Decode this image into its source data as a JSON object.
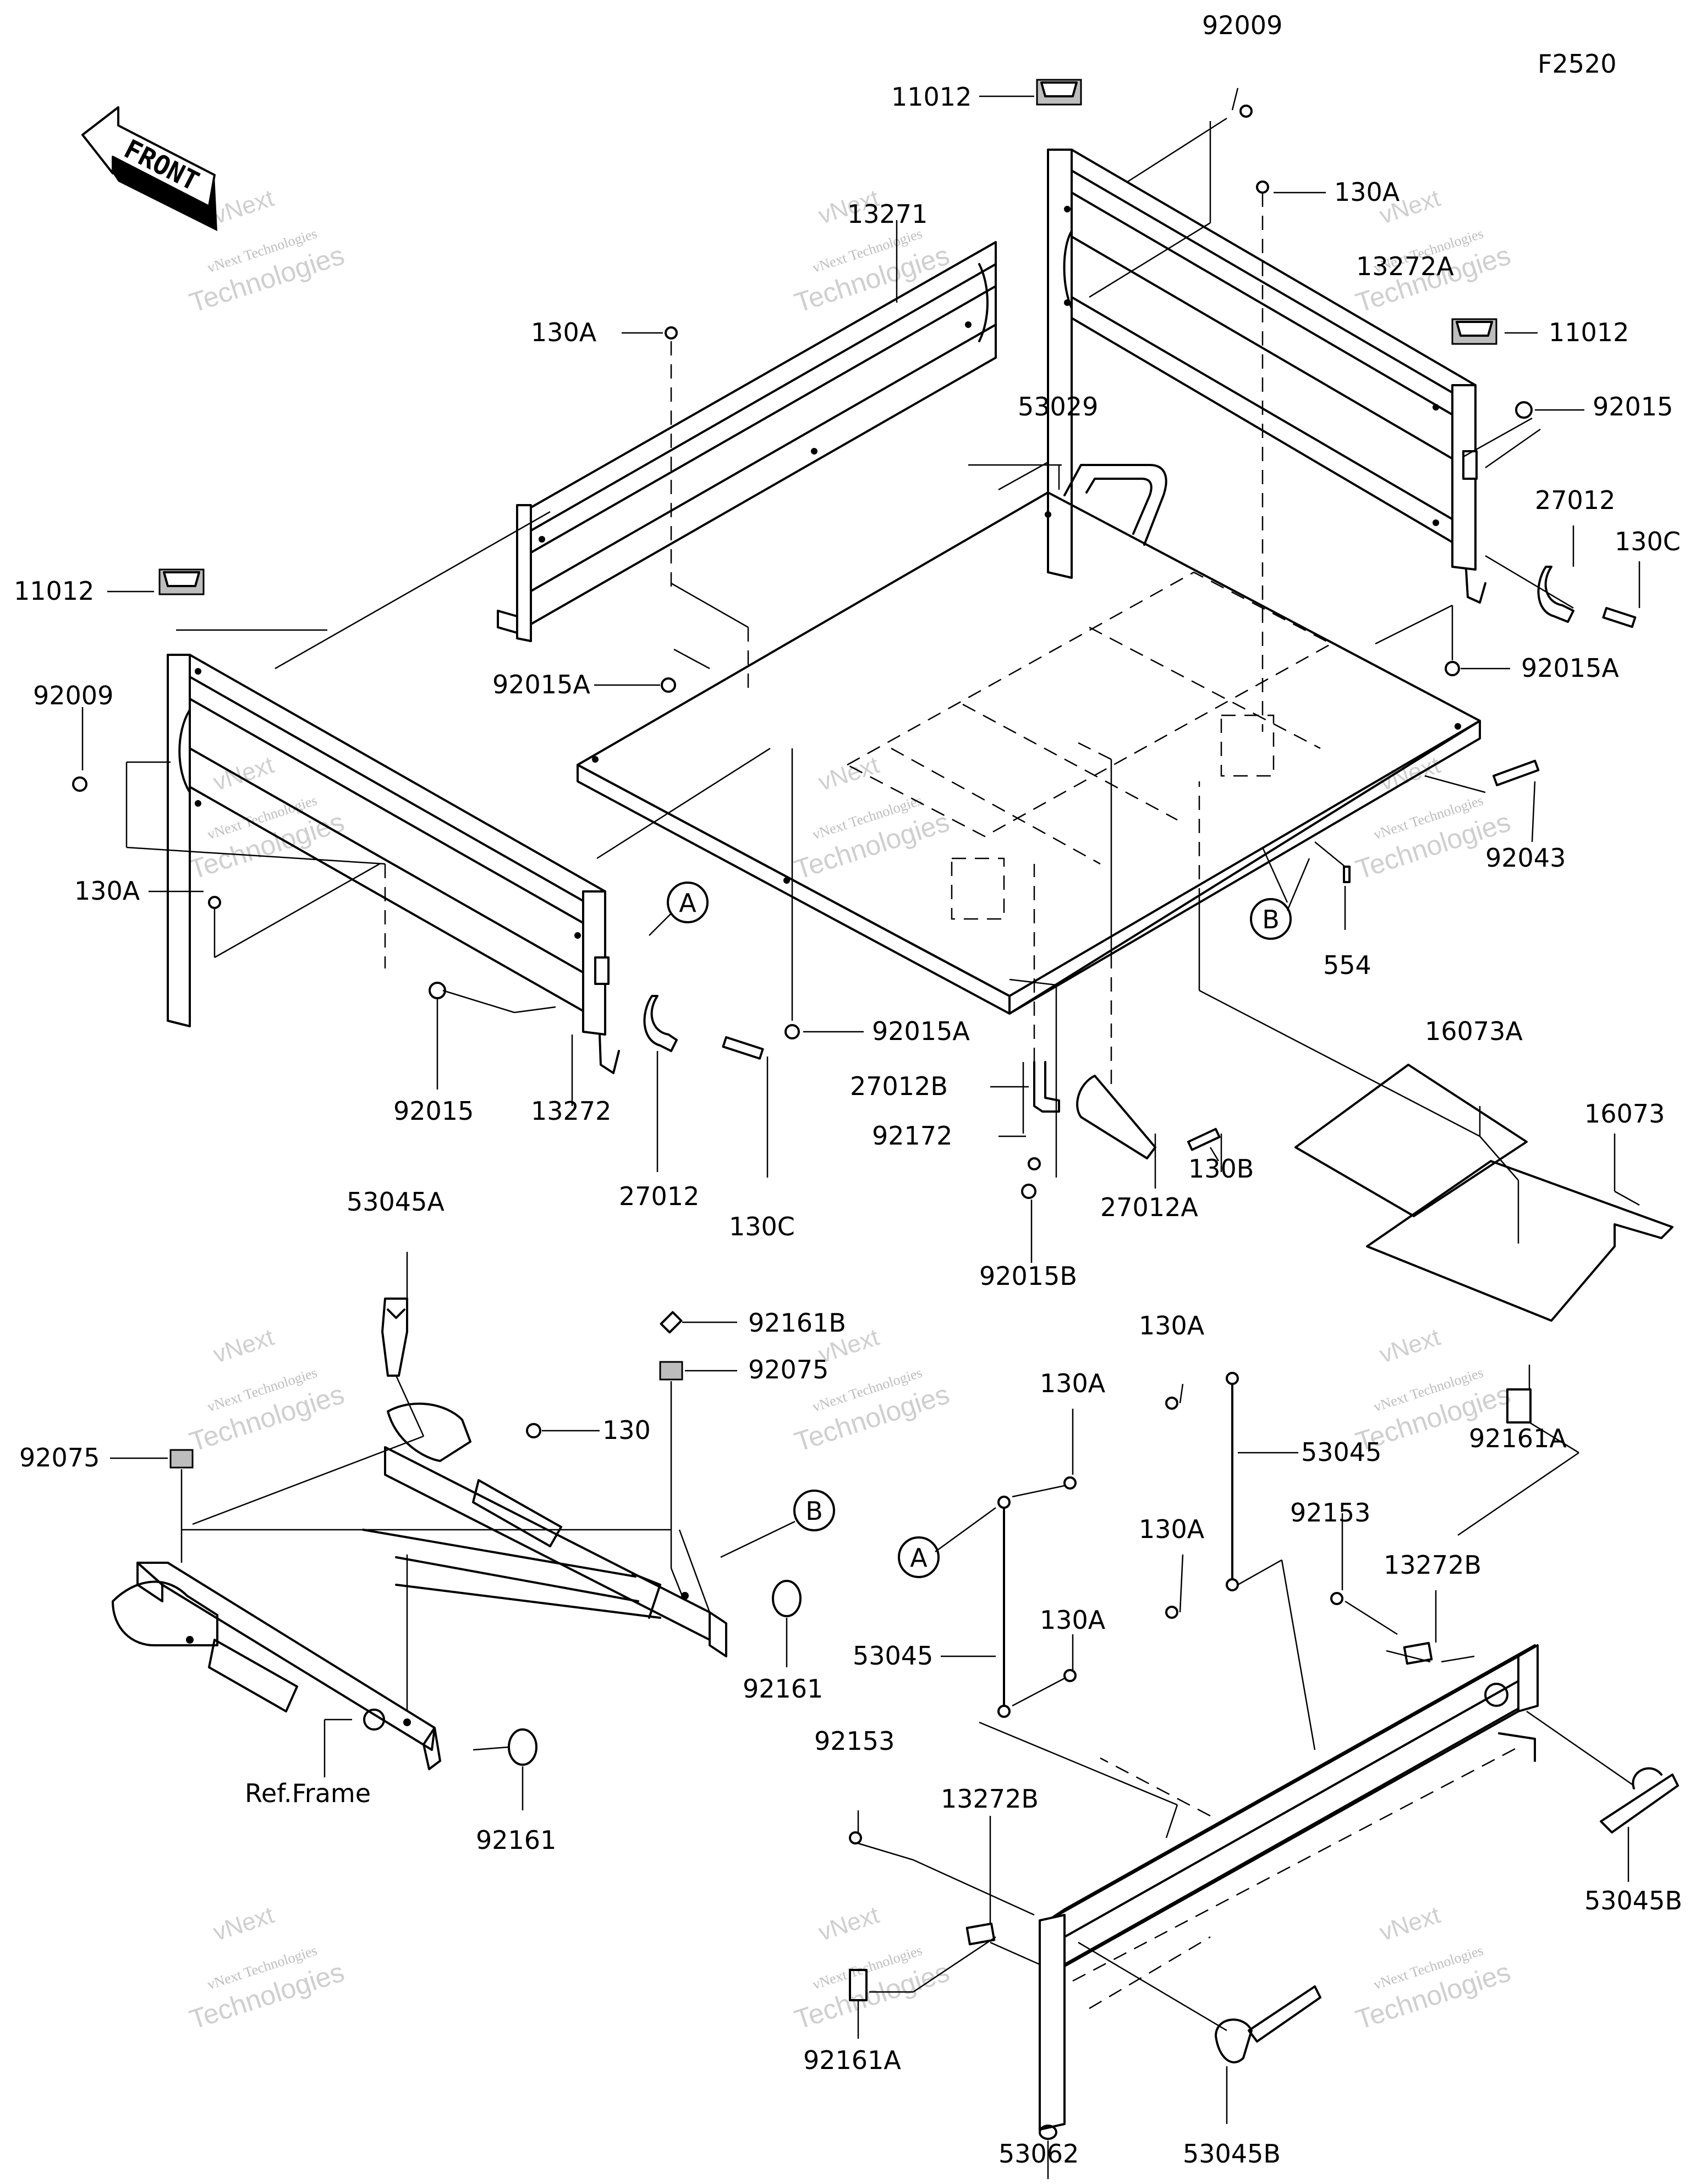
{
  "figure_code": "F2520",
  "front_arrow_text": "FRONT",
  "watermark": {
    "brand": "vNext",
    "line1": "vNext Technologies",
    "line2": "Technologies"
  },
  "callouts": {
    "a": "A",
    "b": "B"
  },
  "labels": {
    "p92009_top": "92009",
    "p11012_top": "11012",
    "p130a_top": "130A",
    "p13271": "13271",
    "p13272a": "13272A",
    "p11012_right": "11012",
    "p92015_right": "92015",
    "p130a_upper_left": "130A",
    "p53029": "53029",
    "p27012_right": "27012",
    "p130c_right": "130C",
    "p11012_left": "11012",
    "p92015a_center": "92015A",
    "p92015a_right": "92015A",
    "p92009_left": "92009",
    "p92043": "92043",
    "p130a_left": "130A",
    "p554": "554",
    "p92015a_lower": "92015A",
    "p16073a": "16073A",
    "p16073": "16073",
    "p27012b": "27012B",
    "p92015_left": "92015",
    "p13272": "13272",
    "p92172": "92172",
    "p130b": "130B",
    "p27012_left": "27012",
    "p130c_left": "130C",
    "p27012a": "27012A",
    "p92015b": "92015B",
    "p53045a": "53045A",
    "p92161b": "92161B",
    "p130a_mid": "130A",
    "p92075_center": "92075",
    "p130a_mid2": "130A",
    "p130": "130",
    "p53045_right": "53045",
    "p92075_left": "92075",
    "p92161a_right": "92161A",
    "p92153_right": "92153",
    "p130a_mid3": "130A",
    "p13272b_right": "13272B",
    "p130a_mid4": "130A",
    "p92161_right": "92161",
    "p53045_left": "53045",
    "p92153_left": "92153",
    "p13272b_left": "13272B",
    "ref_frame": "Ref.Frame",
    "p92161_left": "92161",
    "p53045b_right": "53045B",
    "p92161a_left": "92161A",
    "p53062": "53062",
    "p53045b_bottom": "53045B"
  }
}
